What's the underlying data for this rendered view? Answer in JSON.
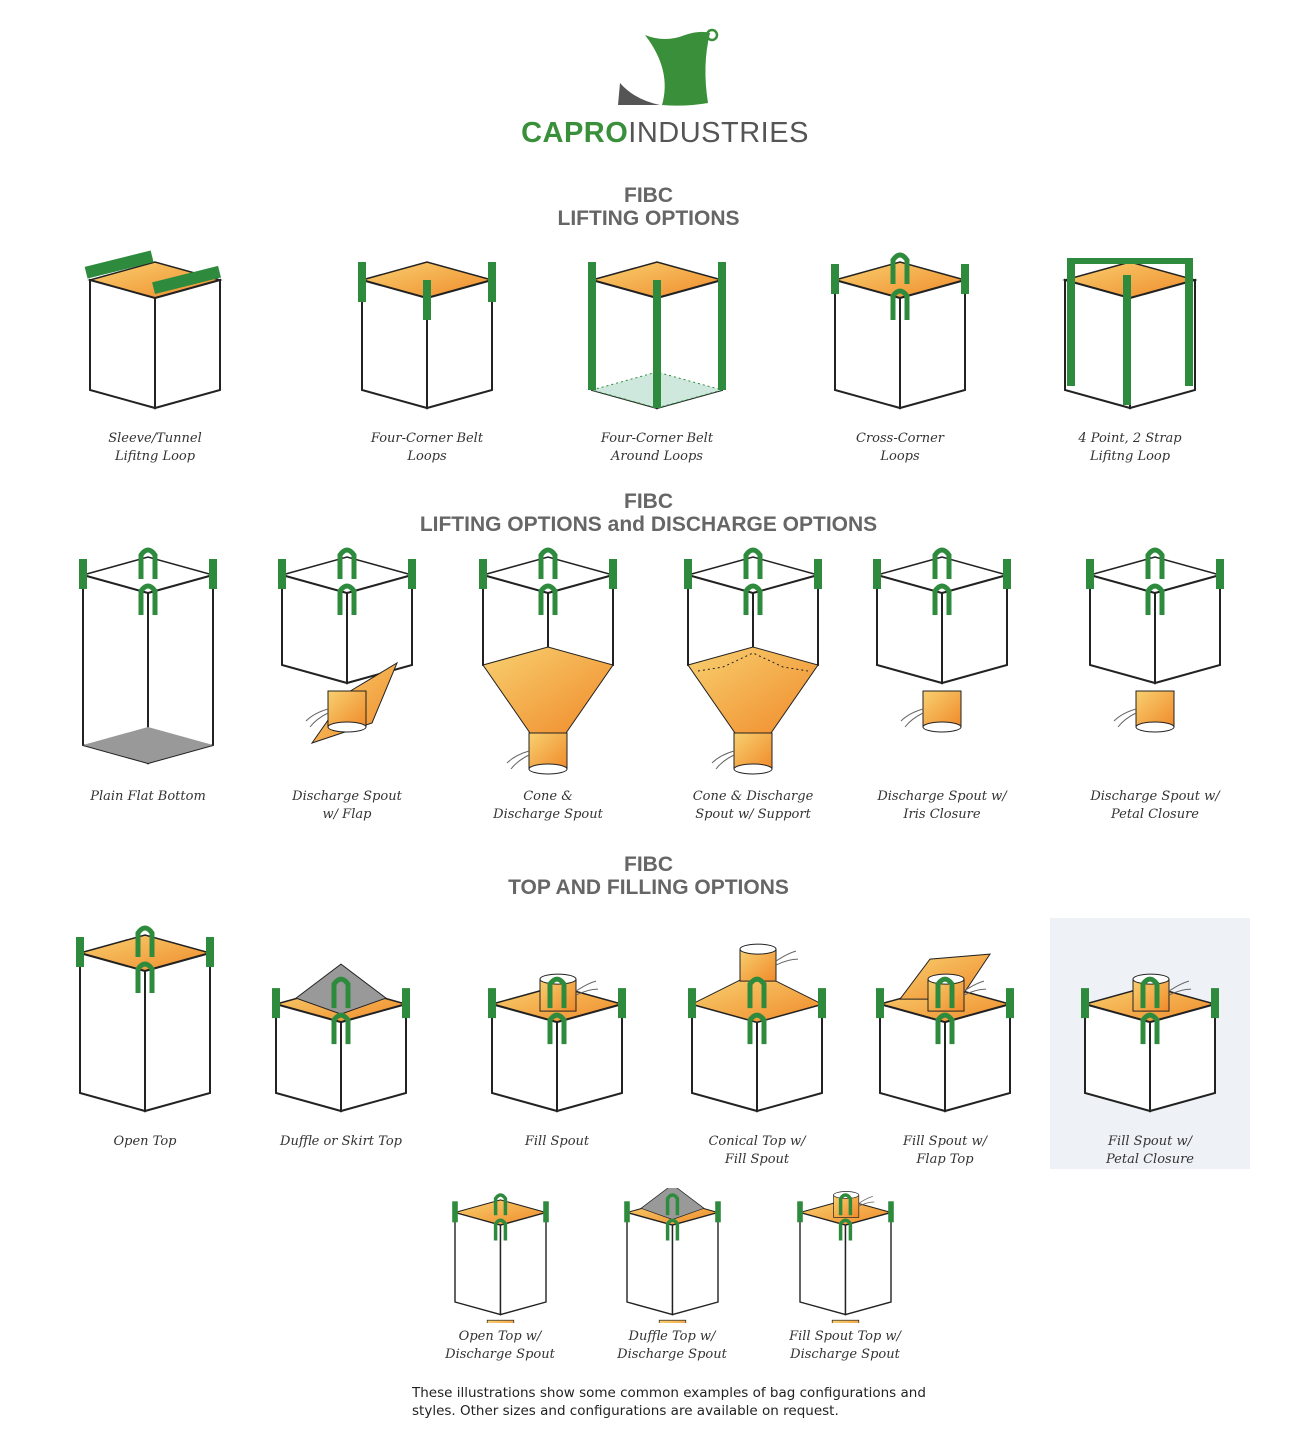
{
  "logo": {
    "bold": "CAPRO",
    "regular": "INDUSTRIES"
  },
  "sections": [
    {
      "line1": "FIBC",
      "line2": "LIFTING OPTIONS"
    },
    {
      "line1": "FIBC",
      "line2": "LIFTING OPTIONS and DISCHARGE OPTIONS"
    },
    {
      "line1": "FIBC",
      "line2": "TOP AND FILLING OPTIONS"
    }
  ],
  "lifting": [
    {
      "l1": "Sleeve/Tunnel",
      "l2": "Lifitng Loop",
      "kind": "sleeve"
    },
    {
      "l1": "Four-Corner Belt",
      "l2": "Loops",
      "kind": "corner"
    },
    {
      "l1": "Four-Corner Belt",
      "l2": "Around Loops",
      "kind": "around"
    },
    {
      "l1": "Cross-Corner",
      "l2": "Loops",
      "kind": "cross"
    },
    {
      "l1": "4 Point, 2 Strap",
      "l2": "Lifitng Loop",
      "kind": "twostrap"
    }
  ],
  "discharge": [
    {
      "l1": "Plain Flat Bottom",
      "l2": "",
      "kind": "flat"
    },
    {
      "l1": "Discharge Spout",
      "l2": "w/ Flap",
      "kind": "flap"
    },
    {
      "l1": "Cone &",
      "l2": "Discharge Spout",
      "kind": "cone"
    },
    {
      "l1": "Cone & Discharge",
      "l2": "Spout w/ Support",
      "kind": "conesupport"
    },
    {
      "l1": "Discharge Spout w/",
      "l2": "Iris Closure",
      "kind": "iris"
    },
    {
      "l1": "Discharge Spout w/",
      "l2": "Petal Closure",
      "kind": "petal"
    }
  ],
  "top": [
    {
      "l1": "Open Top",
      "l2": "",
      "kind": "open"
    },
    {
      "l1": "Duffle or Skirt Top",
      "l2": "",
      "kind": "duffle"
    },
    {
      "l1": "Fill Spout",
      "l2": "",
      "kind": "fillspout"
    },
    {
      "l1": "Conical Top w/",
      "l2": "Fill Spout",
      "kind": "conical"
    },
    {
      "l1": "Fill Spout w/",
      "l2": "Flap Top",
      "kind": "flaptop"
    },
    {
      "l1": "Fill Spout w/",
      "l2": "Petal Closure",
      "kind": "petaltop"
    }
  ],
  "combo": [
    {
      "l1": "Open Top w/",
      "l2": "Discharge Spout",
      "kind": "opendis"
    },
    {
      "l1": "Duffle Top w/",
      "l2": "Discharge Spout",
      "kind": "duffledis"
    },
    {
      "l1": "Fill Spout Top w/",
      "l2": "Discharge Spout",
      "kind": "filldis"
    }
  ],
  "footer": "These illustrations show some common examples of bag configurations and styles. Other sizes and configurations are available on request.",
  "colors": {
    "green": "#2e8b3e",
    "orange": "#f08a2a",
    "yellow": "#f8d070",
    "gray": "#999999"
  }
}
